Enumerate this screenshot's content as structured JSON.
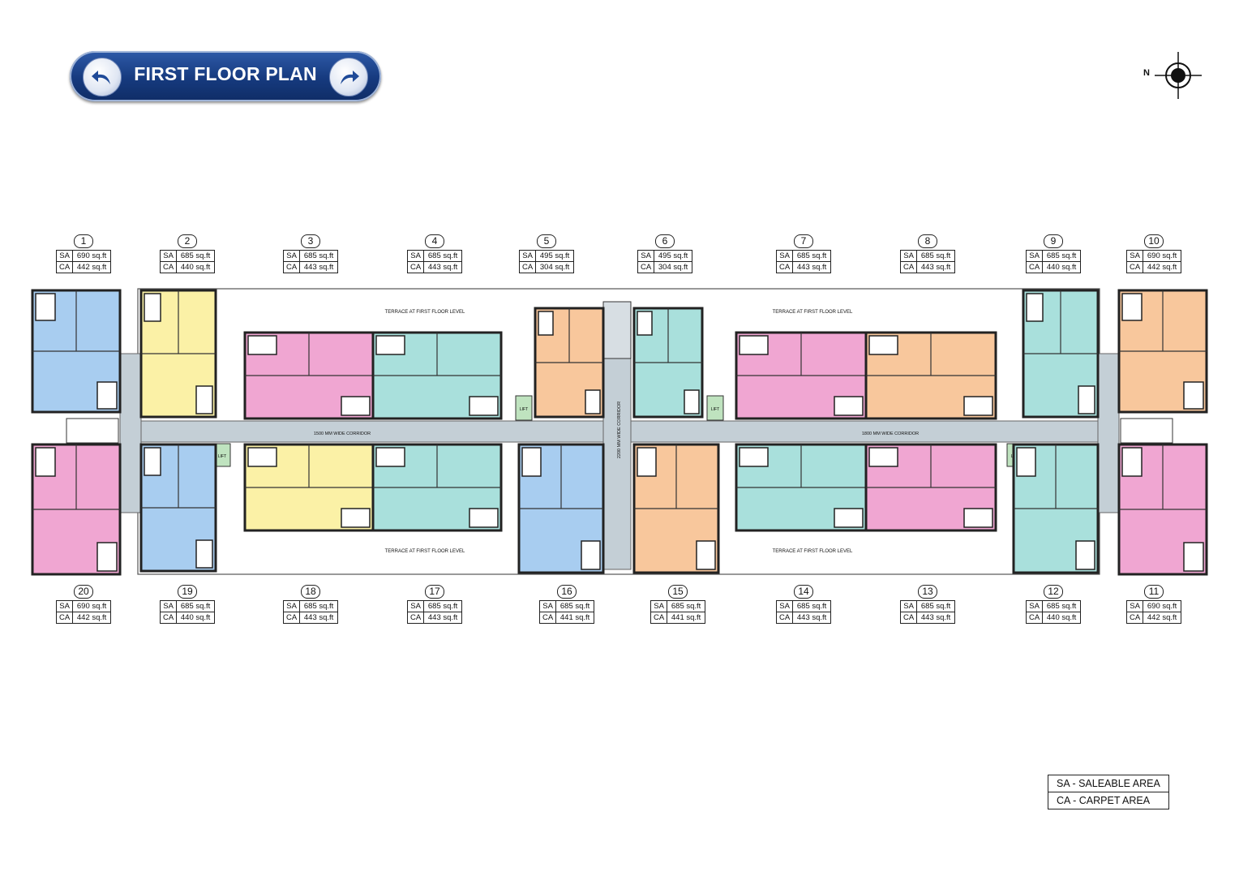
{
  "header": {
    "title": "FIRST FLOOR PLAN"
  },
  "compass": {
    "north_label": "N"
  },
  "labels": {
    "terrace": "TERRACE  AT FIRST FLOOR LEVEL",
    "corridor_1500": "1500 MM WIDE CORRIDOR",
    "corridor_1800": "1800 MM WIDE CORRIDOR",
    "corridor_2200": "2200 MM WIDE CORRIDOR",
    "lift": "LIFT"
  },
  "units_top": [
    {
      "no": "1",
      "sa": "690 sq.ft",
      "ca": "442 sq.ft"
    },
    {
      "no": "2",
      "sa": "685 sq.ft",
      "ca": "440 sq.ft"
    },
    {
      "no": "3",
      "sa": "685 sq.ft",
      "ca": "443 sq.ft"
    },
    {
      "no": "4",
      "sa": "685 sq.ft",
      "ca": "443 sq.ft"
    },
    {
      "no": "5",
      "sa": "495 sq.ft",
      "ca": "304 sq.ft"
    },
    {
      "no": "6",
      "sa": "495 sq.ft",
      "ca": "304 sq.ft"
    },
    {
      "no": "7",
      "sa": "685 sq.ft",
      "ca": "443 sq.ft"
    },
    {
      "no": "8",
      "sa": "685 sq.ft",
      "ca": "443 sq.ft"
    },
    {
      "no": "9",
      "sa": "685 sq.ft",
      "ca": "440 sq.ft"
    },
    {
      "no": "10",
      "sa": "690 sq.ft",
      "ca": "442 sq.ft"
    }
  ],
  "units_bottom": [
    {
      "no": "20",
      "sa": "690 sq.ft",
      "ca": "442 sq.ft"
    },
    {
      "no": "19",
      "sa": "685 sq.ft",
      "ca": "440 sq.ft"
    },
    {
      "no": "18",
      "sa": "685 sq.ft",
      "ca": "443 sq.ft"
    },
    {
      "no": "17",
      "sa": "685 sq.ft",
      "ca": "443 sq.ft"
    },
    {
      "no": "16",
      "sa": "685 sq.ft",
      "ca": "441 sq.ft"
    },
    {
      "no": "15",
      "sa": "685 sq.ft",
      "ca": "441 sq.ft"
    },
    {
      "no": "14",
      "sa": "685 sq.ft",
      "ca": "443 sq.ft"
    },
    {
      "no": "13",
      "sa": "685 sq.ft",
      "ca": "443 sq.ft"
    },
    {
      "no": "12",
      "sa": "685 sq.ft",
      "ca": "440 sq.ft"
    },
    {
      "no": "11",
      "sa": "690 sq.ft",
      "ca": "442 sq.ft"
    }
  ],
  "area_keys": {
    "sa": "SA",
    "ca": "CA"
  },
  "legend": {
    "sa": "SA - SALEABLE AREA",
    "ca": "CA - CARPET AREA"
  },
  "colors": {
    "blue": "#a8cdf0",
    "yellow": "#fbf1a6",
    "pink": "#f0a6d2",
    "teal": "#a9e0dc",
    "orange": "#f8c79c",
    "corridor": "#c4cfd6",
    "lift": "#bfe3bf",
    "header": "#1a3f86"
  },
  "unit_color_names": {
    "top": [
      "blue",
      "yellow",
      "pink",
      "teal",
      "orange",
      "teal",
      "pink",
      "orange",
      "teal",
      "orange"
    ],
    "bottom": [
      "pink",
      "blue",
      "yellow",
      "teal",
      "blue",
      "orange",
      "teal",
      "pink",
      "teal",
      "pink"
    ]
  }
}
